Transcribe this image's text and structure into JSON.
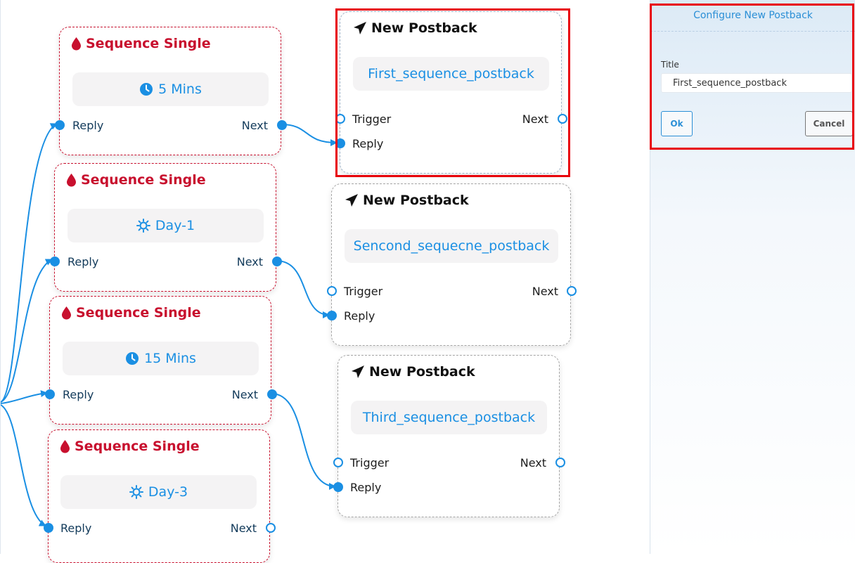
{
  "canvas": {
    "sequence_nodes": [
      {
        "title": "Sequence Single",
        "delay": "5 Mins",
        "delay_icon": "clock-icon",
        "reply_label": "Reply",
        "next_label": "Next"
      },
      {
        "title": "Sequence Single",
        "delay": "Day-1",
        "delay_icon": "sun-icon",
        "reply_label": "Reply",
        "next_label": "Next"
      },
      {
        "title": "Sequence Single",
        "delay": "15 Mins",
        "delay_icon": "clock-icon",
        "reply_label": "Reply",
        "next_label": "Next"
      },
      {
        "title": "Sequence Single",
        "delay": "Day-3",
        "delay_icon": "sun-icon",
        "reply_label": "Reply",
        "next_label": "Next"
      }
    ],
    "postback_nodes": [
      {
        "title": "New Postback",
        "postback_name": "First_sequence_postback",
        "trigger_label": "Trigger",
        "next_label": "Next",
        "reply_label": "Reply",
        "selected": true
      },
      {
        "title": "New Postback",
        "postback_name": "Sencond_sequecne_postback",
        "trigger_label": "Trigger",
        "next_label": "Next",
        "reply_label": "Reply",
        "selected": false
      },
      {
        "title": "New Postback",
        "postback_name": "Third_sequence_postback",
        "trigger_label": "Trigger",
        "next_label": "Next",
        "reply_label": "Reply",
        "selected": false
      }
    ],
    "sequence_icon": "drop-icon",
    "postback_icon": "paper-plane-icon"
  },
  "panel": {
    "header": "Configure New Postback",
    "title_label": "Title",
    "title_value": "First_sequence_postback",
    "ok_label": "Ok",
    "cancel_label": "Cancel"
  },
  "colors": {
    "sequence_red": "#c8102e",
    "accent_blue": "#1a8fe3",
    "highlight_red": "#e8000b"
  }
}
